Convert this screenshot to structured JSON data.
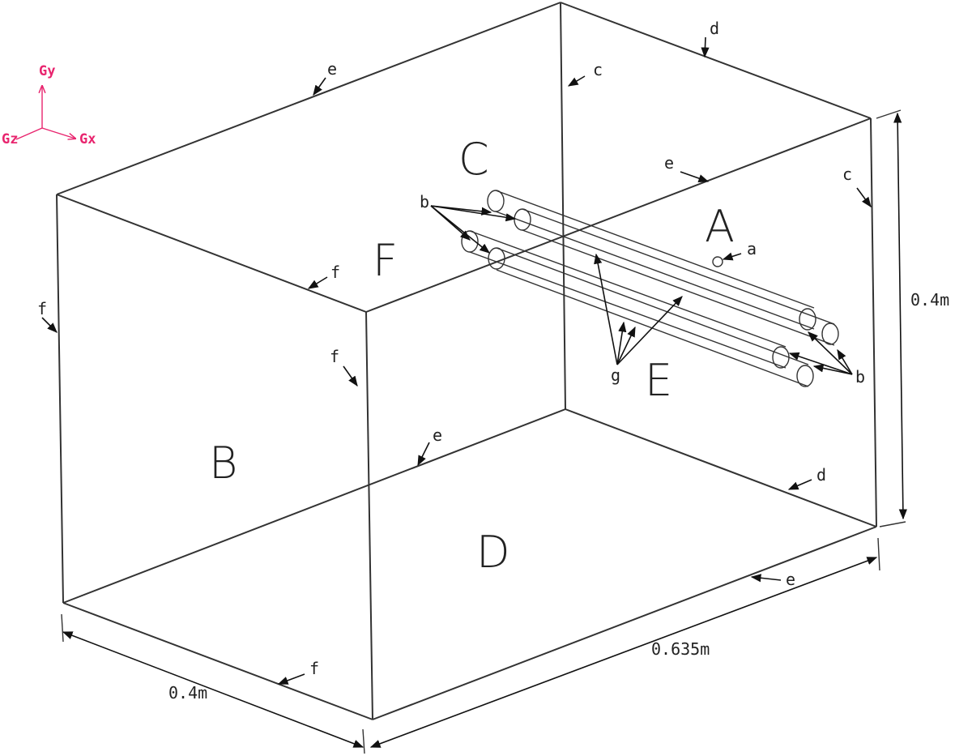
{
  "axes": {
    "gy": "Gy",
    "gx": "Gx",
    "gz": "Gz"
  },
  "faces": {
    "a": "A",
    "b": "B",
    "c": "C",
    "d": "D",
    "e": "E",
    "f": "F"
  },
  "edge_labels": {
    "a": "a",
    "b": "b",
    "c": "c",
    "d": "d",
    "e": "e",
    "f": "f",
    "g": "g"
  },
  "dimensions": {
    "height": "0.4m",
    "depth": "0.4m",
    "length": "0.635m"
  },
  "colors": {
    "axis": "#e8246e",
    "lines": "#333333"
  }
}
